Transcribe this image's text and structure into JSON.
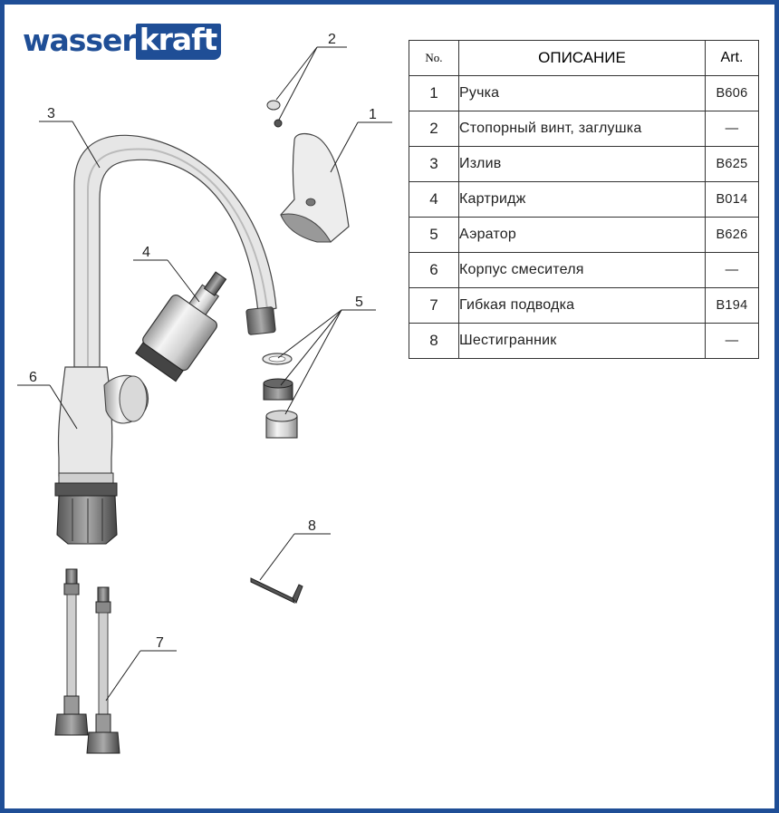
{
  "brand": {
    "left": "wasser",
    "right": "kraft",
    "color": "#1f4e96"
  },
  "table": {
    "headers": {
      "no": "No.",
      "description": "ОПИСАНИЕ",
      "art": "Art."
    },
    "rows": [
      {
        "no": "1",
        "description": "Ручка",
        "art": "B606"
      },
      {
        "no": "2",
        "description": "Стопорный винт, заглушка",
        "art": "—"
      },
      {
        "no": "3",
        "description": "Излив",
        "art": "B625"
      },
      {
        "no": "4",
        "description": "Картридж",
        "art": "B014"
      },
      {
        "no": "5",
        "description": "Аэратор",
        "art": "B626"
      },
      {
        "no": "6",
        "description": "Корпус смесителя",
        "art": "—"
      },
      {
        "no": "7",
        "description": "Гибкая подводка",
        "art": "B194"
      },
      {
        "no": "8",
        "description": "Шестигранник",
        "art": "—"
      }
    ]
  },
  "callouts": [
    "1",
    "2",
    "3",
    "4",
    "5",
    "6",
    "7",
    "8"
  ]
}
